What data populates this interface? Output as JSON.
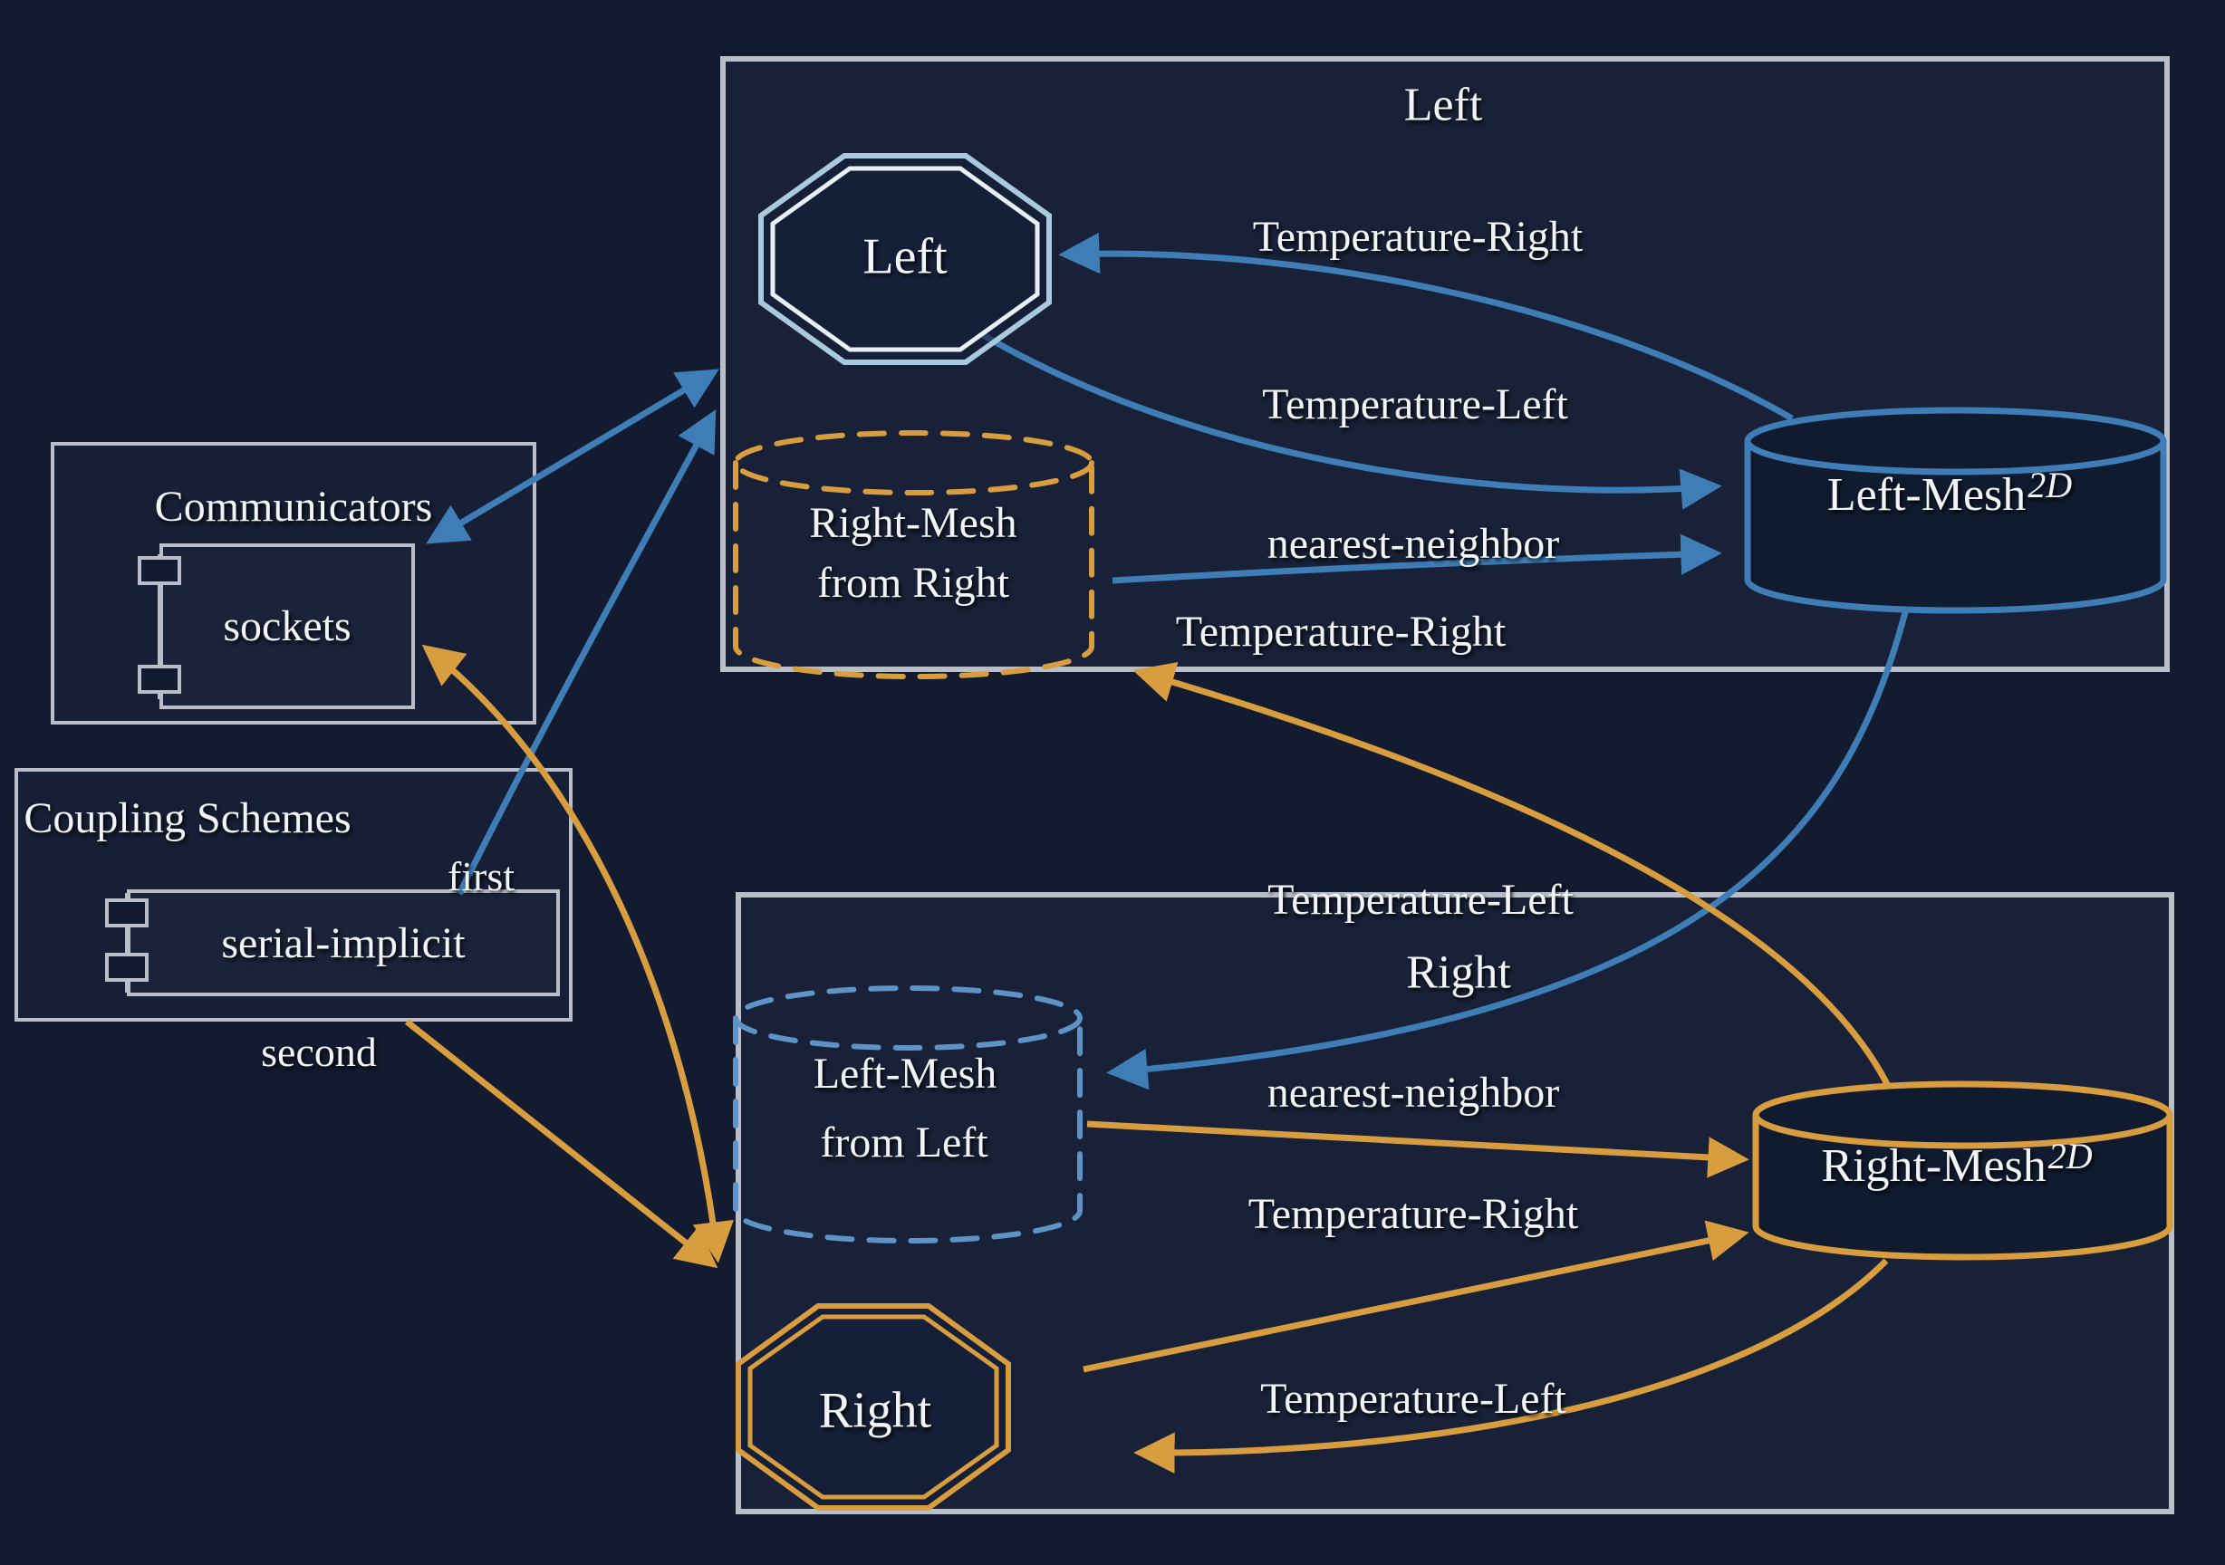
{
  "colors": {
    "background": "#121b2f",
    "box_border": "#b9bec8",
    "blue": "#3e7db6",
    "blue_dash": "#5d93c6",
    "orange": "#d89d3f",
    "text": "#f2f5f8"
  },
  "communicators": {
    "title": "Communicators",
    "socket_label": "sockets"
  },
  "coupling_schemes": {
    "title": "Coupling Schemes",
    "scheme_label": "serial-implicit",
    "first_label": "first",
    "second_label": "second"
  },
  "left_participant": {
    "box_title": "Left",
    "solver_label": "Left",
    "received_mesh_line1": "Right-Mesh",
    "received_mesh_line2": "from Right",
    "mesh_name": "Left-Mesh",
    "mesh_sup": "2D",
    "label_temperature_right_top": "Temperature-Right",
    "label_temperature_left": "Temperature-Left",
    "label_nearest_neighbor": "nearest-neighbor",
    "label_temperature_right_bottom": "Temperature-Right"
  },
  "right_participant": {
    "box_title": "Right",
    "solver_label": "Right",
    "received_mesh_line1": "Left-Mesh",
    "received_mesh_line2": "from Left",
    "mesh_name": "Right-Mesh",
    "mesh_sup": "2D",
    "label_temperature_left_top": "Temperature-Left",
    "label_nearest_neighbor": "nearest-neighbor",
    "label_temperature_right": "Temperature-Right",
    "label_temperature_left_bottom": "Temperature-Left"
  }
}
